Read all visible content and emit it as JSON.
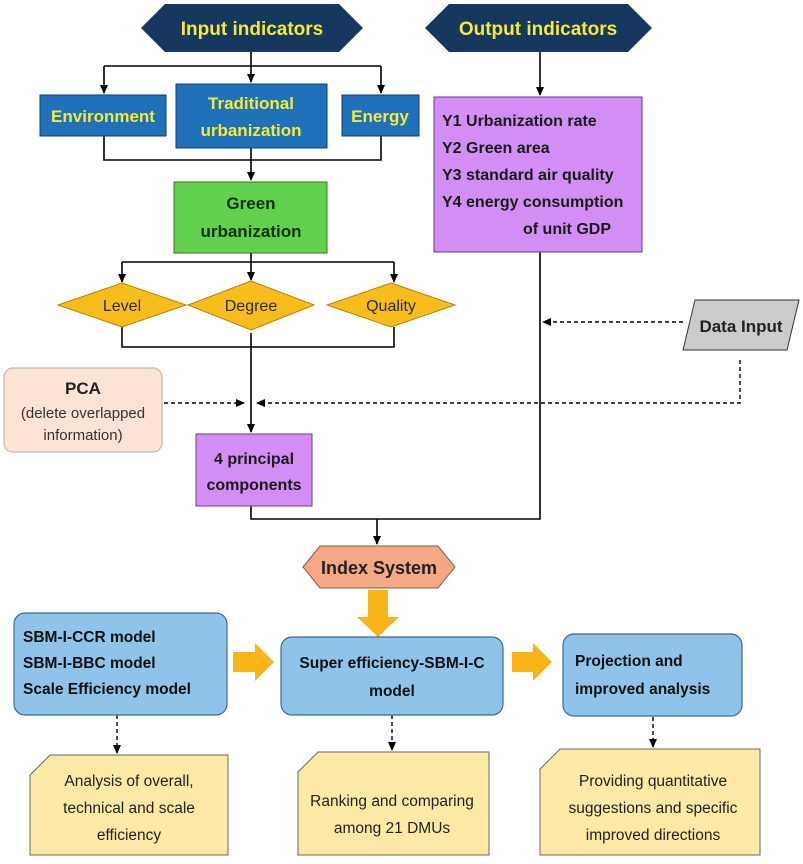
{
  "nodes": {
    "input_indicators": "Input indicators",
    "output_indicators": "Output indicators",
    "environment": "Environment",
    "traditional_urbanization": [
      "Traditional",
      "urbanization"
    ],
    "energy": "Energy",
    "green_urbanization": [
      "Green",
      "urbanization"
    ],
    "output_list": [
      "Y1 Urbanization rate",
      "Y2 Green area",
      "Y3 standard air quality",
      "Y4 energy consumption",
      "of unit GDP"
    ],
    "level": "Level",
    "degree": "Degree",
    "quality": "Quality",
    "data_input": "Data Input",
    "pca_title": "PCA",
    "pca_sub": [
      "(delete overlapped",
      "information)"
    ],
    "principal_components": [
      "4 principal",
      "components"
    ],
    "index_system": "Index System",
    "sbm_models": [
      "SBM-I-CCR model",
      "SBM-I-BBC model",
      "Scale Efficiency model"
    ],
    "super_efficiency": [
      "Super efficiency-SBM-I-C",
      "model"
    ],
    "projection": [
      "Projection and",
      "improved analysis"
    ],
    "analysis_note": [
      "Analysis of overall,",
      "technical and scale",
      "efficiency"
    ],
    "ranking_note": [
      "Ranking and comparing",
      "among 21 DMUs"
    ],
    "suggestions_note": [
      "Providing quantitative",
      "suggestions and specific",
      "improved directions"
    ]
  },
  "colors": {
    "navy": "#16375e",
    "yellow_text": "#f5e93a",
    "blue_box": "#1f72ba",
    "green_box": "#63d04d",
    "purple_box": "#d38ef5",
    "gold_diamond": "#f7bd1c",
    "gray_para": "#cbcbcb",
    "pca_fill": "#fde3d6",
    "salmon_hex": "#f4a886",
    "light_blue": "#8fc3ea",
    "note_fill": "#fce9a6",
    "orange_arrow": "#f8b418"
  }
}
